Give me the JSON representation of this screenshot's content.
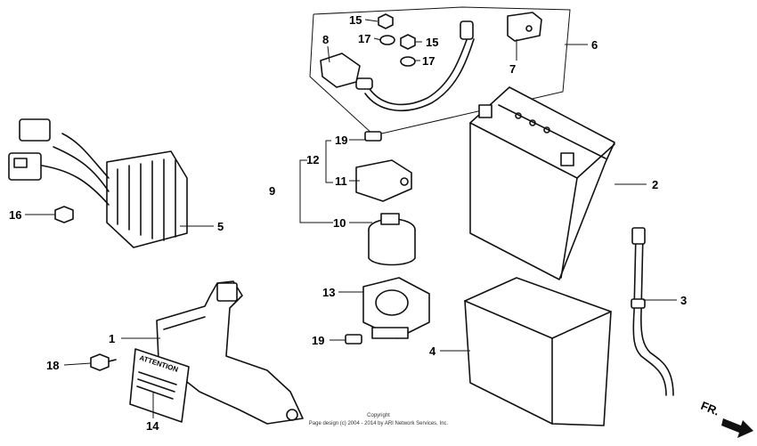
{
  "callouts": {
    "c1": "1",
    "c2": "2",
    "c3": "3",
    "c4": "4",
    "c5": "5",
    "c6": "6",
    "c7": "7",
    "c8": "8",
    "c9": "9",
    "c10": "10",
    "c11": "11",
    "c12": "12",
    "c13": "13",
    "c14": "14",
    "c15a": "15",
    "c15b": "15",
    "c16": "16",
    "c17a": "17",
    "c17b": "17",
    "c18": "18",
    "c19a": "19",
    "c19b": "19"
  },
  "label_text": "ATTENTION",
  "copyright_line1": "Copyright",
  "copyright_line2": "Page design (c) 2004 - 2014 by ARI Network Services, Inc.",
  "direction_label": "FR."
}
